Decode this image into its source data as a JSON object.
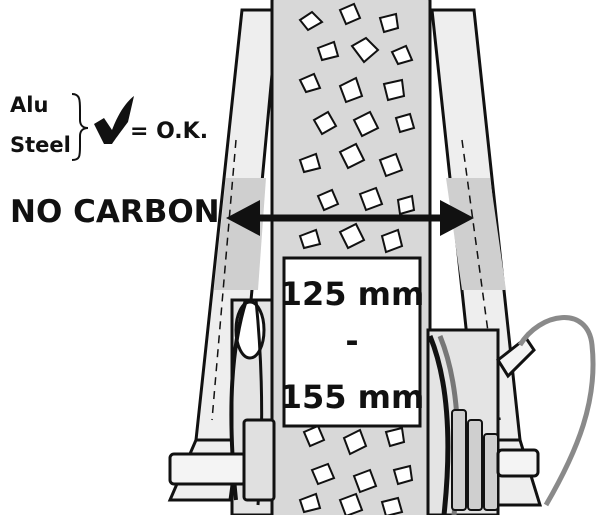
{
  "materials": {
    "alu": "Alu",
    "steel": "Steel",
    "ok_label": "= O.K.",
    "check_icon": "check-mark"
  },
  "warning": "NO CARBON",
  "dimension": {
    "min": "125 mm",
    "separator": "-",
    "max": "155 mm"
  },
  "colors": {
    "line": "#111111",
    "tire": "#d8d8d8",
    "frame": "#eeeeee",
    "frame_band": "#cfcfcf",
    "cable": "#8a8a8a"
  }
}
